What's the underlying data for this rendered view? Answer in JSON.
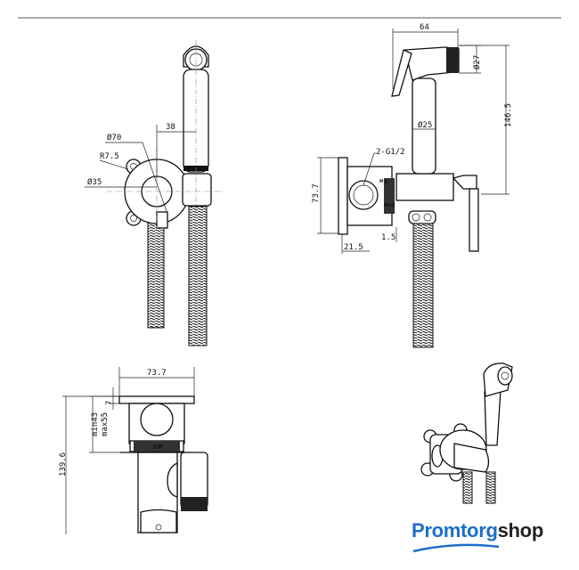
{
  "front_view": {
    "dim_38": "38",
    "dim_d70": "Ø70",
    "dim_r75": "R7.5",
    "dim_d35": "Ø35"
  },
  "side_view": {
    "dim_64": "64",
    "dim_d27": "Ø27",
    "dim_d25": "Ø25",
    "dim_1465": "146.5",
    "dim_g12": "2-G1/2",
    "dim_737": "73.7",
    "dim_15": "1.5",
    "dim_215": "21.5",
    "mark_h": "H",
    "mark_c": "C",
    "mark_max": "MAX"
  },
  "bottom_view": {
    "dim_737": "73.7",
    "dim_7": "7",
    "dim_min": "min43",
    "dim_max": "max55",
    "dim_1396": "139.6",
    "mark_up": "UP"
  },
  "logo": {
    "part1": "Promtorg",
    "part2": "shop"
  }
}
